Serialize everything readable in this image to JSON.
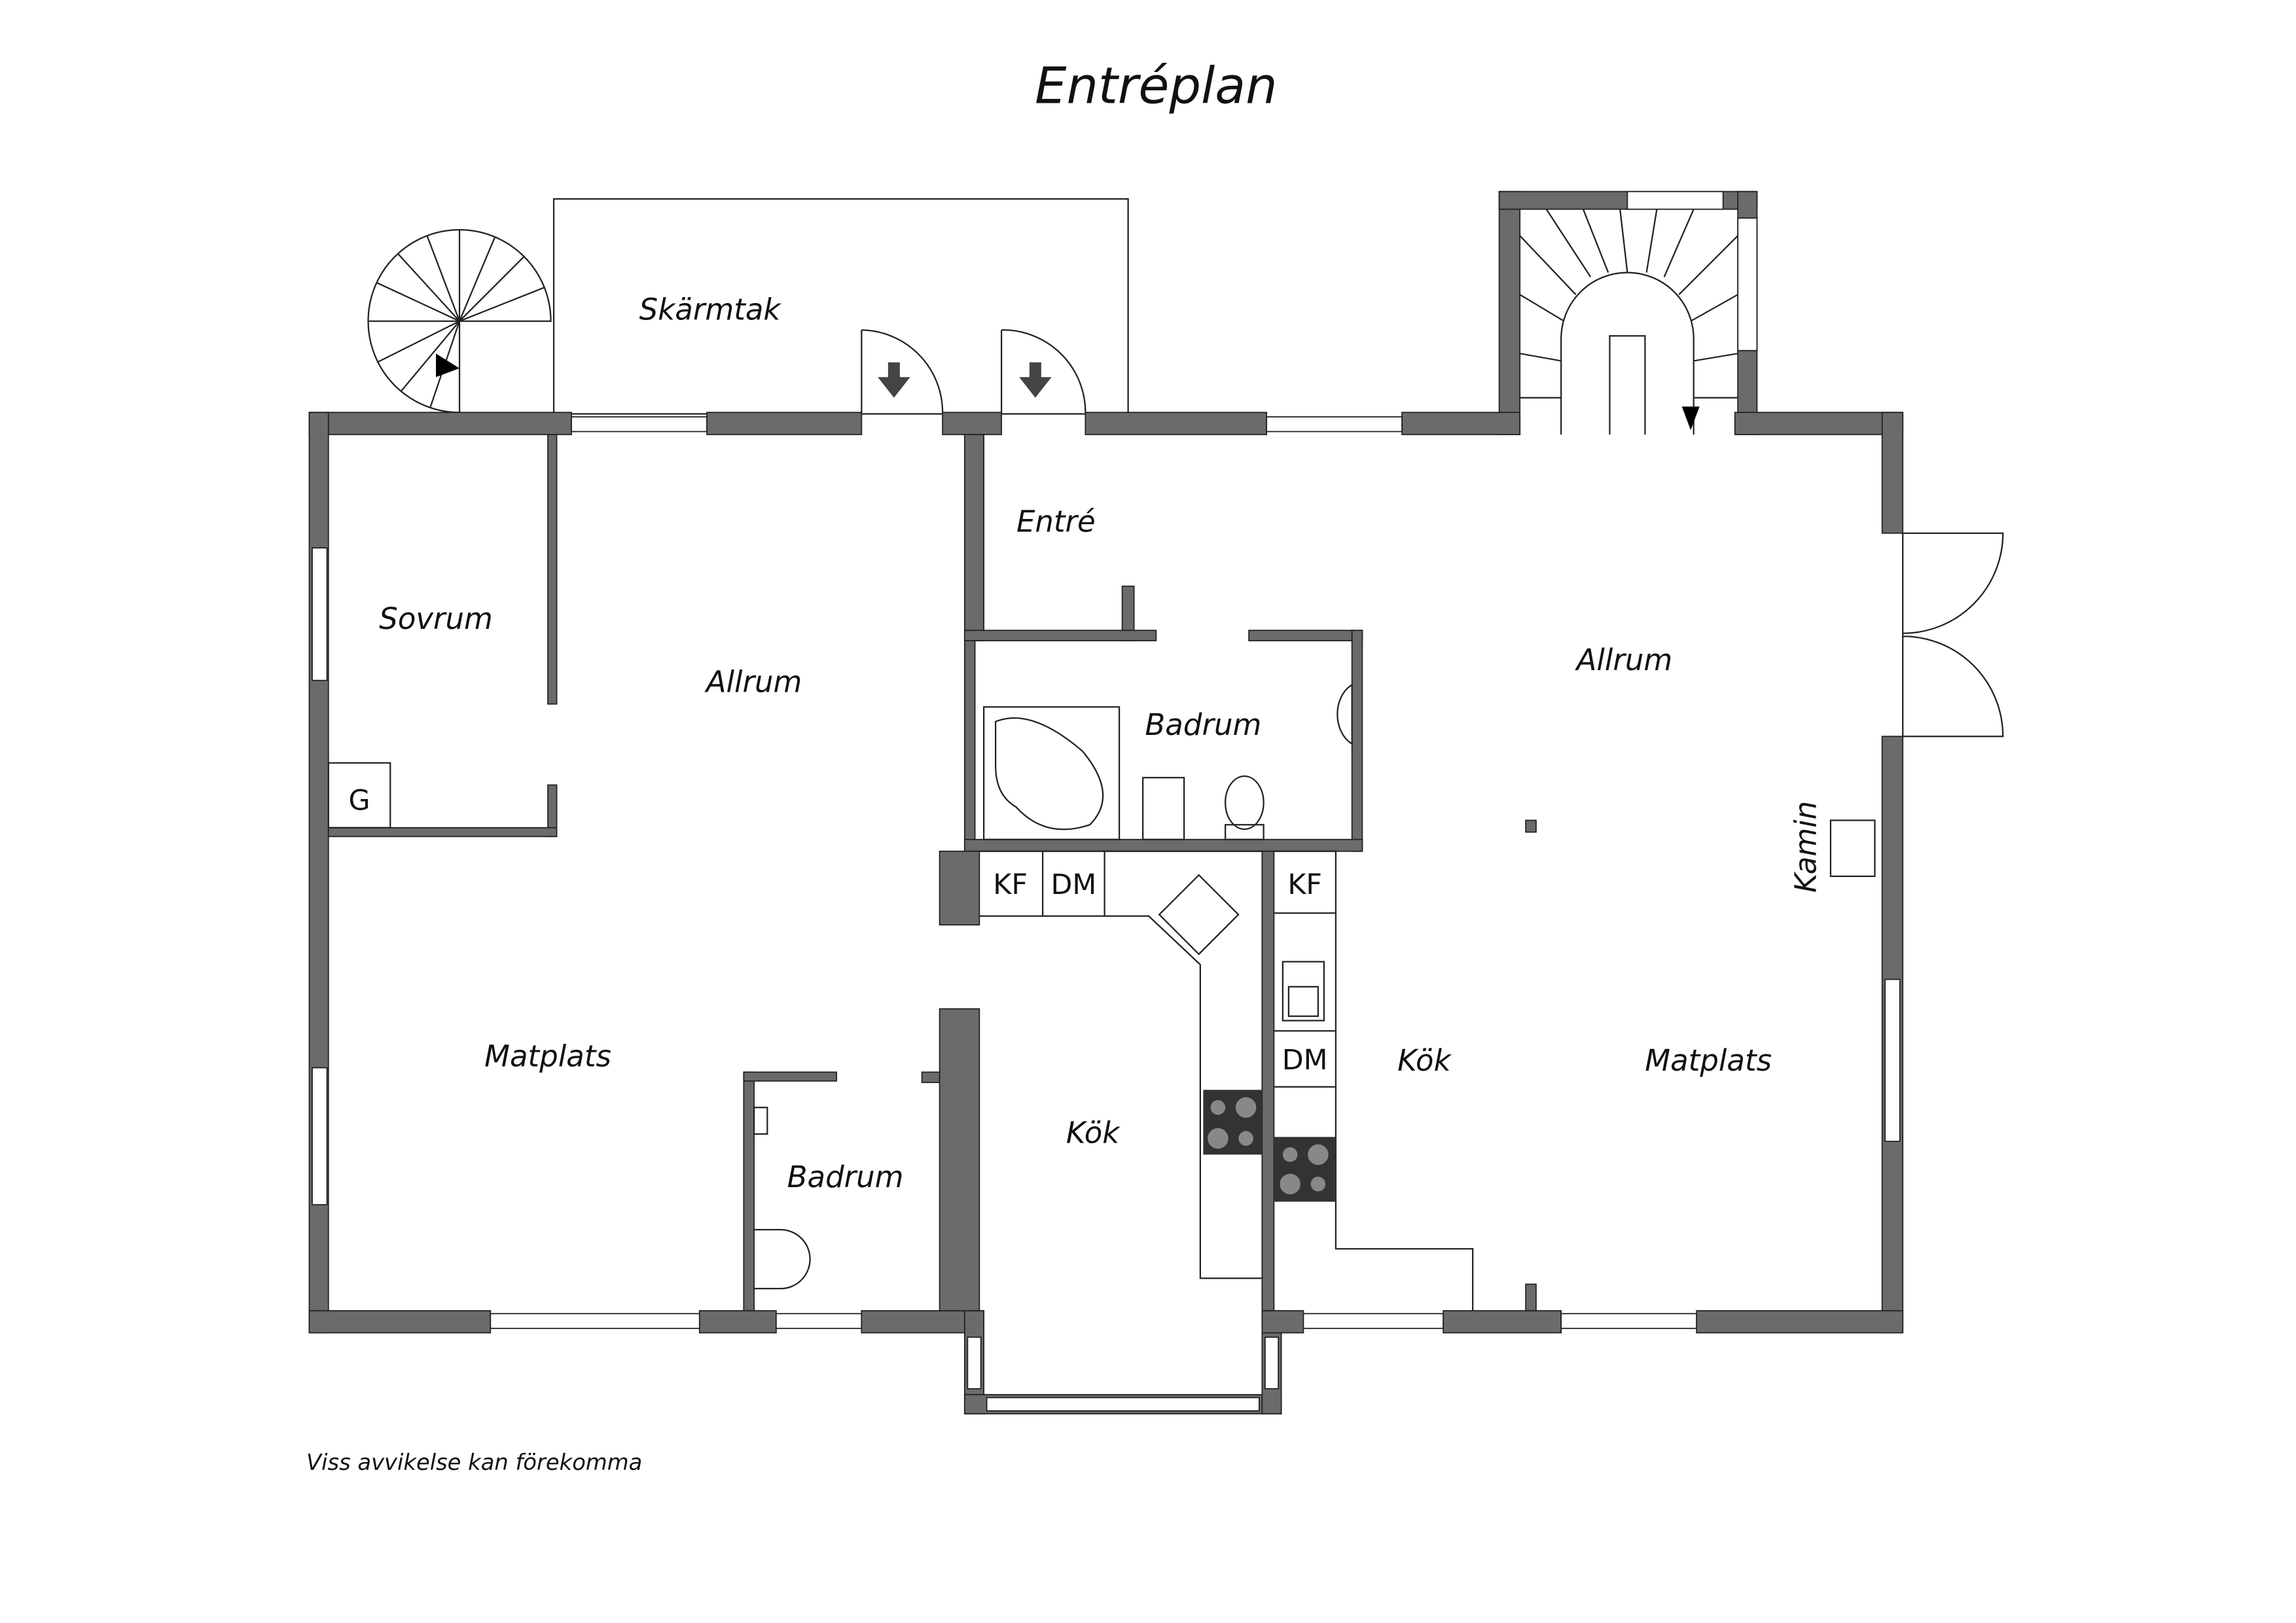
{
  "title": "Entréplan",
  "footer_note": "Viss avvikelse kan förekomma",
  "colors": {
    "wall": "#6b6b6b",
    "line": "#222222",
    "background": "#ffffff"
  },
  "rooms": {
    "skarmtak": "Skärmtak",
    "sovrum": "Sovrum",
    "allrum_left": "Allrum",
    "entre": "Entré",
    "badrum_upper": "Badrum",
    "allrum_right": "Allrum",
    "kamin": "Kamin",
    "matplats_left": "Matplats",
    "badrum_lower": "Badrum",
    "kok_center": "Kök",
    "kok_right": "Kök",
    "matplats_right": "Matplats"
  },
  "fixtures": {
    "g": "G",
    "kf1": "KF",
    "dm1": "DM",
    "kf2": "KF",
    "dm2": "DM"
  }
}
